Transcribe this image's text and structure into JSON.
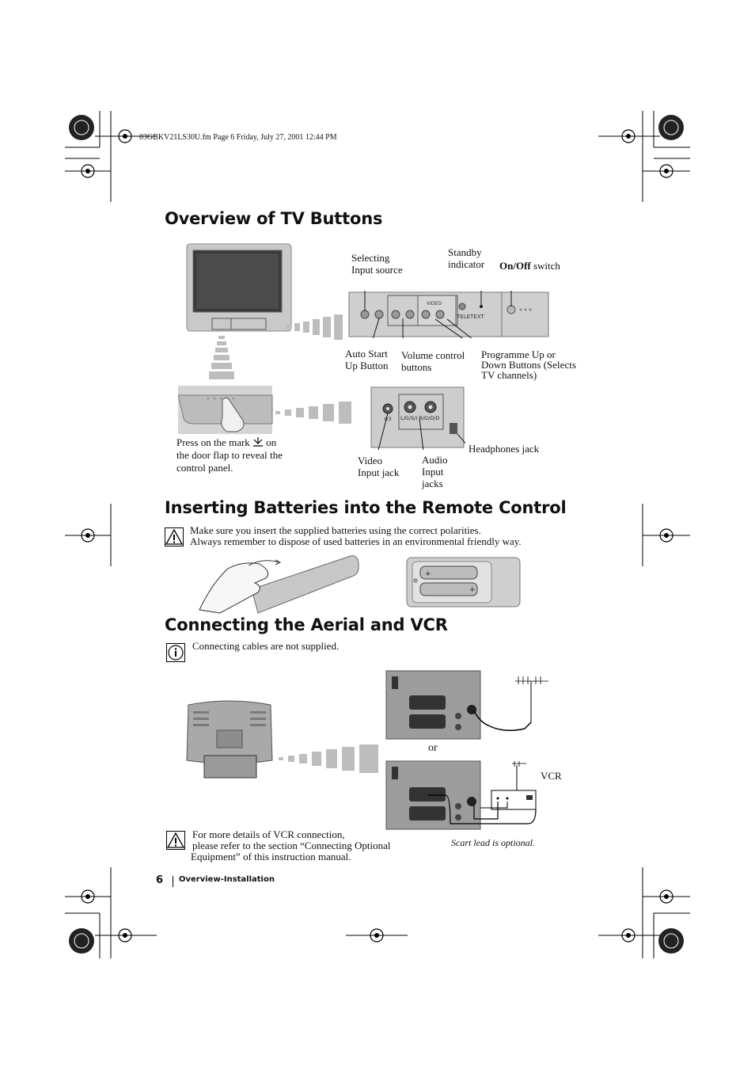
{
  "header": {
    "file_info": "03GBKV21LS30U.fm  Page 6  Friday, July 27, 2001  12:44 PM"
  },
  "section1": {
    "title": "Overview of TV Buttons",
    "labels": {
      "selecting_input": [
        "Selecting",
        "Input source"
      ],
      "standby": [
        "Standby",
        "indicator"
      ],
      "onoff_bold": "On/Off",
      "onoff_rest": " switch",
      "auto_start": [
        "Auto Start",
        "Up Button"
      ],
      "volume": [
        "Volume control",
        "buttons"
      ],
      "programme": [
        "Programme Up or",
        "Down Buttons (Selects",
        "TV channels)"
      ],
      "press_mark_a": "Press on the mark ",
      "press_mark_b": " on",
      "press_mark_c": "the door flap to reveal the",
      "press_mark_d": "control panel.",
      "headphones": "Headphones jack",
      "video_input": [
        "Video",
        "Input jack"
      ],
      "audio_input": [
        "Audio",
        "Input",
        "jacks"
      ]
    },
    "panel_texts": {
      "teletext": "TELETEXT",
      "video": "VIDEO",
      "jacks": "L/G/S/I   R/D/D/D",
      "jack3": "⊖3"
    }
  },
  "section2": {
    "title": "Inserting Batteries into the Remote Control",
    "note_line1": "Make sure you insert the supplied batteries using the correct polarities.",
    "note_line2": "Always remember to dispose of used batteries in an environmental friendly way."
  },
  "section3": {
    "title": "Connecting the Aerial and VCR",
    "info_note": "Connecting cables are not supplied.",
    "or_label": "or",
    "vcr_label": "VCR",
    "scart_note": "Scart lead is optional.",
    "bottom_note": [
      "For more details of VCR connection,",
      "please refer to the section “Connecting Optional",
      "Equipment” of this instruction manual."
    ]
  },
  "footer": {
    "page_number": "6",
    "section_name": "Overview-Installation"
  },
  "icons": {
    "warning": "warning-icon",
    "info": "info-icon",
    "registration": "registration-mark-icon"
  }
}
